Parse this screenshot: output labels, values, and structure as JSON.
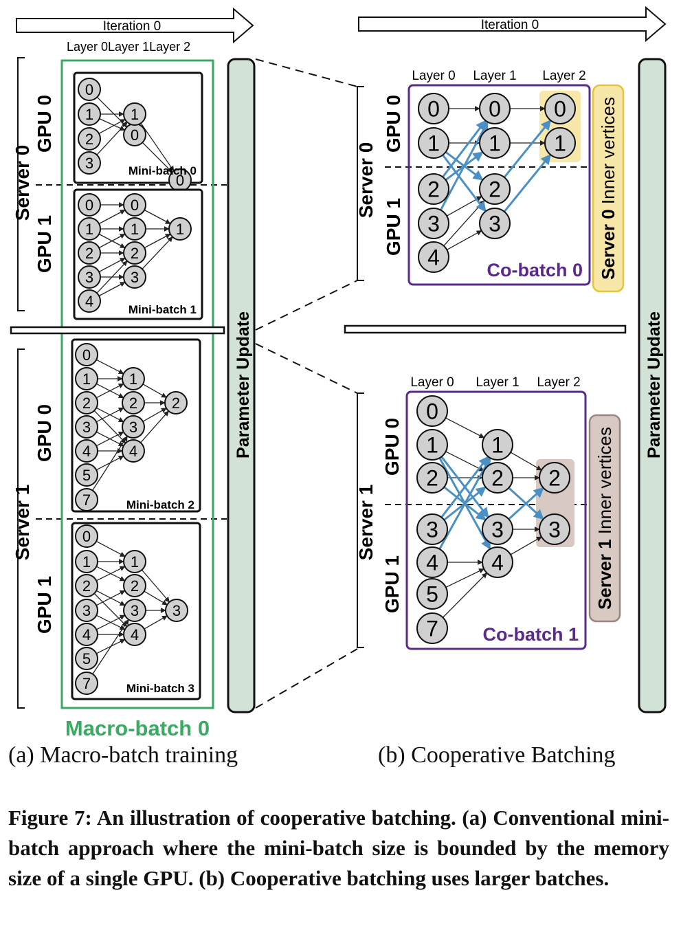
{
  "panel_a": {
    "iteration_label": "Iteration 0",
    "layer_labels": "Layer 0Layer 1Layer 2",
    "server0_label": "Server 0",
    "server1_label": "Server 1",
    "gpu0_label": "GPU 0",
    "gpu1_label": "GPU 1",
    "param_update_label": "Parameter Update",
    "macro_batch_label": "Macro-batch 0",
    "mini_batches": [
      {
        "label": "Mini-batch 0",
        "layer0": [
          "0",
          "1",
          "2",
          "3"
        ],
        "layer1": [
          "0",
          "1"
        ],
        "layer2": [
          "0"
        ]
      },
      {
        "label": "Mini-batch 1",
        "layer0": [
          "0",
          "1",
          "2",
          "3",
          "4"
        ],
        "layer1": [
          "0",
          "1",
          "2",
          "3"
        ],
        "layer2": [
          "1"
        ]
      },
      {
        "label": "Mini-batch 2",
        "layer0": [
          "0",
          "1",
          "2",
          "3",
          "4",
          "5",
          "7"
        ],
        "layer1": [
          "1",
          "2",
          "3",
          "4"
        ],
        "layer2": [
          "2"
        ]
      },
      {
        "label": "Mini-batch 3",
        "layer0": [
          "0",
          "1",
          "2",
          "3",
          "4",
          "5",
          "7"
        ],
        "layer1": [
          "1",
          "2",
          "3",
          "4"
        ],
        "layer2": [
          "3"
        ]
      }
    ],
    "caption": "(a) Macro-batch training"
  },
  "panel_b": {
    "iteration_label": "Iteration 0",
    "layer0_label": "Layer 0",
    "layer1_label": "Layer 1",
    "layer2_label": "Layer 2",
    "server0_label": "Server 0",
    "server1_label": "Server 1",
    "gpu0_label": "GPU 0",
    "gpu1_label": "GPU 1",
    "param_update_label": "Parameter Update",
    "co_batches": [
      {
        "label": "Co-batch 0",
        "layer0": [
          "0",
          "1",
          "2",
          "3",
          "4"
        ],
        "layer1": [
          "0",
          "1",
          "2",
          "3"
        ],
        "layer2": [
          "0",
          "1"
        ],
        "inner_bold": "Server 0",
        "inner_rest": " Inner vertices",
        "inner_color": "#f7e7a8",
        "inner_border": "#e3c43a"
      },
      {
        "label": "Co-batch 1",
        "layer0": [
          "0",
          "1",
          "2",
          "3",
          "4",
          "5",
          "7"
        ],
        "layer1": [
          "1",
          "2",
          "3",
          "4"
        ],
        "layer2": [
          "2",
          "3"
        ],
        "inner_bold": "Server 1",
        "inner_rest": " Inner vertices",
        "inner_color": "#d8c9c3",
        "inner_border": "#9a8680"
      }
    ],
    "caption": "(b) Cooperative Batching"
  },
  "figure_caption": "Figure 7: An illustration of cooperative batching. (a) Conventional mini-batch approach where the mini-batch size is bounded by the memory size of a single GPU. (b) Cooperative batching uses larger batches.",
  "colors": {
    "node_fill": "#d0d0d0",
    "macro_border": "#3aaa63",
    "cobatch_border": "#5a2a8a",
    "param_fill": "#d3e2d6",
    "cross_edge": "#4a90c4"
  }
}
